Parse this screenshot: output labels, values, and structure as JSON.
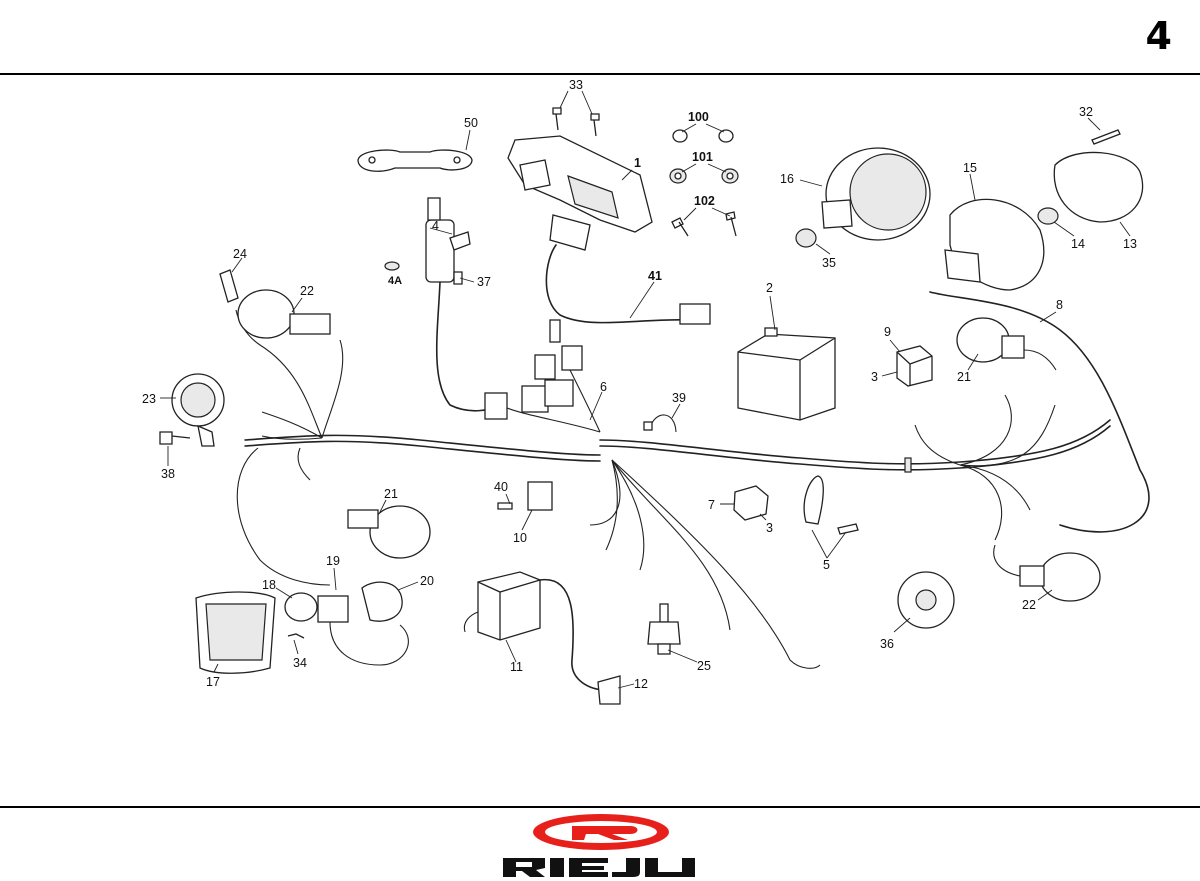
{
  "page": {
    "number": "4"
  },
  "brand": {
    "name": "RIEJU",
    "color": "#e8201b"
  },
  "labels": {
    "l1": "1",
    "l2": "2",
    "l3a": "3",
    "l3b": "3",
    "l4": "4",
    "l4a": "4A",
    "l5": "5",
    "l6": "6",
    "l7": "7",
    "l8": "8",
    "l9": "9",
    "l10": "10",
    "l11": "11",
    "l12": "12",
    "l13": "13",
    "l14": "14",
    "l15": "15",
    "l16": "16",
    "l17": "17",
    "l18": "18",
    "l19": "19",
    "l20": "20",
    "l21a": "21",
    "l21b": "21",
    "l22a": "22",
    "l22b": "22",
    "l23": "23",
    "l24": "24",
    "l25": "25",
    "l32": "32",
    "l33": "33",
    "l34": "34",
    "l35": "35",
    "l36": "36",
    "l37": "37",
    "l38": "38",
    "l39": "39",
    "l40": "40",
    "l41": "41",
    "l50": "50",
    "l100": "100",
    "l101": "101",
    "l102": "102"
  }
}
